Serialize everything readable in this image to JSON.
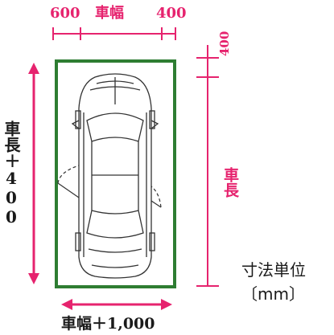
{
  "diagram": {
    "top_dims": {
      "left": "600",
      "center": "車幅",
      "right": "400"
    },
    "right_top_dim": "400",
    "right_length": "車長",
    "left_length": "車長＋400",
    "bottom_width": "車幅＋1,000",
    "unit_label": "寸法単位",
    "unit_value": "〔mm〕"
  },
  "colors": {
    "dimension": "#e6236e",
    "parking_border": "#2e7d32",
    "text_dark": "#1a1a1a",
    "car_outline": "#333333"
  }
}
